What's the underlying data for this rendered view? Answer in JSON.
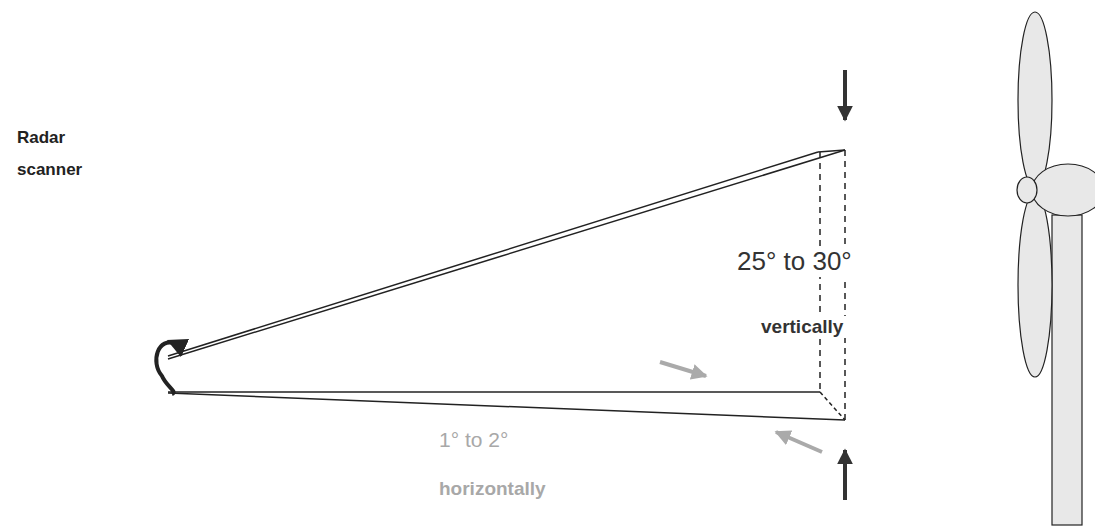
{
  "diagram": {
    "labels": [
      "Radar scanner",
      "25° to 30°",
      "vertically",
      "1° to 2°",
      "horizontally"
    ]
  }
}
